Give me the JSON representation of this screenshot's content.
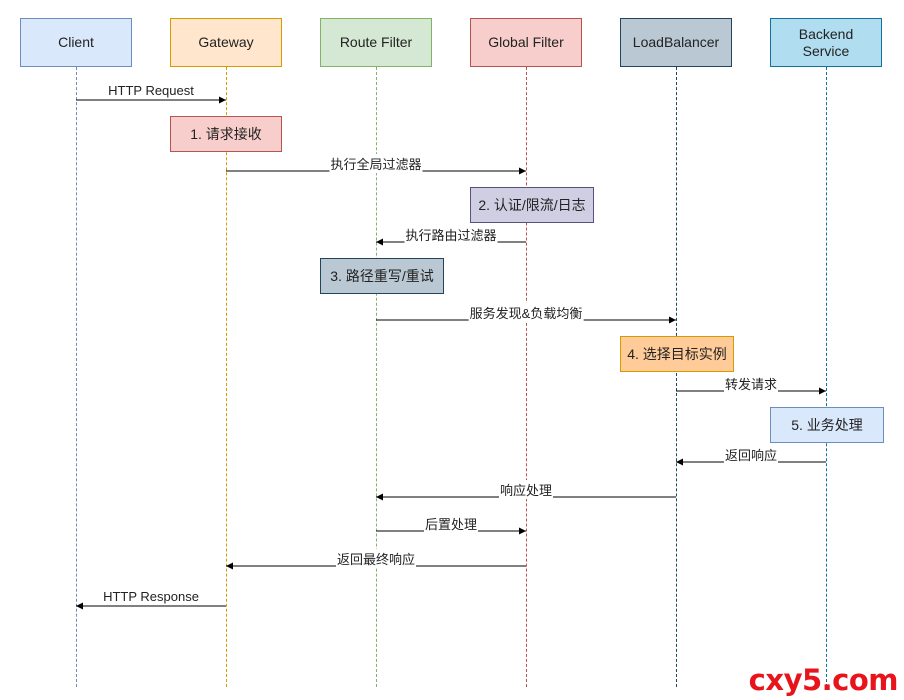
{
  "participants": [
    {
      "id": "client",
      "label": "Client",
      "fill": "#dae8fc",
      "stroke": "#6c8ebf"
    },
    {
      "id": "gateway",
      "label": "Gateway",
      "fill": "#ffe6cc",
      "stroke": "#d79b00"
    },
    {
      "id": "route_filter",
      "label": "Route Filter",
      "fill": "#d5e8d4",
      "stroke": "#82b366"
    },
    {
      "id": "global_filter",
      "label": "Global Filter",
      "fill": "#f8cecc",
      "stroke": "#b85450"
    },
    {
      "id": "load_balancer",
      "label": "LoadBalancer",
      "fill": "#bac8d3",
      "stroke": "#23445d"
    },
    {
      "id": "backend_service",
      "label": "Backend\nService",
      "fill": "#b1ddf0",
      "stroke": "#10739e"
    }
  ],
  "steps": [
    {
      "id": "step1",
      "label": "1. 请求接收",
      "fill": "#f8cecc",
      "stroke": "#b85450"
    },
    {
      "id": "step2",
      "label": "2. 认证/限流/日志",
      "fill": "#d0cee2",
      "stroke": "#56517e"
    },
    {
      "id": "step3",
      "label": "3. 路径重写/重试",
      "fill": "#bac8d3",
      "stroke": "#23445d"
    },
    {
      "id": "step4",
      "label": "4. 选择目标实例",
      "fill": "#ffcc99",
      "stroke": "#d79b00"
    },
    {
      "id": "step5",
      "label": "5. 业务处理",
      "fill": "#dae8fc",
      "stroke": "#6c8ebf"
    }
  ],
  "messages": [
    {
      "from": "client",
      "to": "gateway",
      "label": "HTTP Request"
    },
    {
      "from": "gateway",
      "to": "global_filter",
      "label": "执行全局过滤器"
    },
    {
      "from": "global_filter",
      "to": "route_filter",
      "label": "执行路由过滤器"
    },
    {
      "from": "route_filter",
      "to": "load_balancer",
      "label": "服务发现&负载均衡"
    },
    {
      "from": "load_balancer",
      "to": "backend_service",
      "label": "转发请求"
    },
    {
      "from": "backend_service",
      "to": "load_balancer",
      "label": "返回响应"
    },
    {
      "from": "load_balancer",
      "to": "route_filter",
      "label": "响应处理"
    },
    {
      "from": "route_filter",
      "to": "global_filter",
      "label": "后置处理"
    },
    {
      "from": "global_filter",
      "to": "gateway",
      "label": "返回最终响应"
    },
    {
      "from": "gateway",
      "to": "client",
      "label": "HTTP Response"
    }
  ],
  "watermark": "cxy5.com"
}
